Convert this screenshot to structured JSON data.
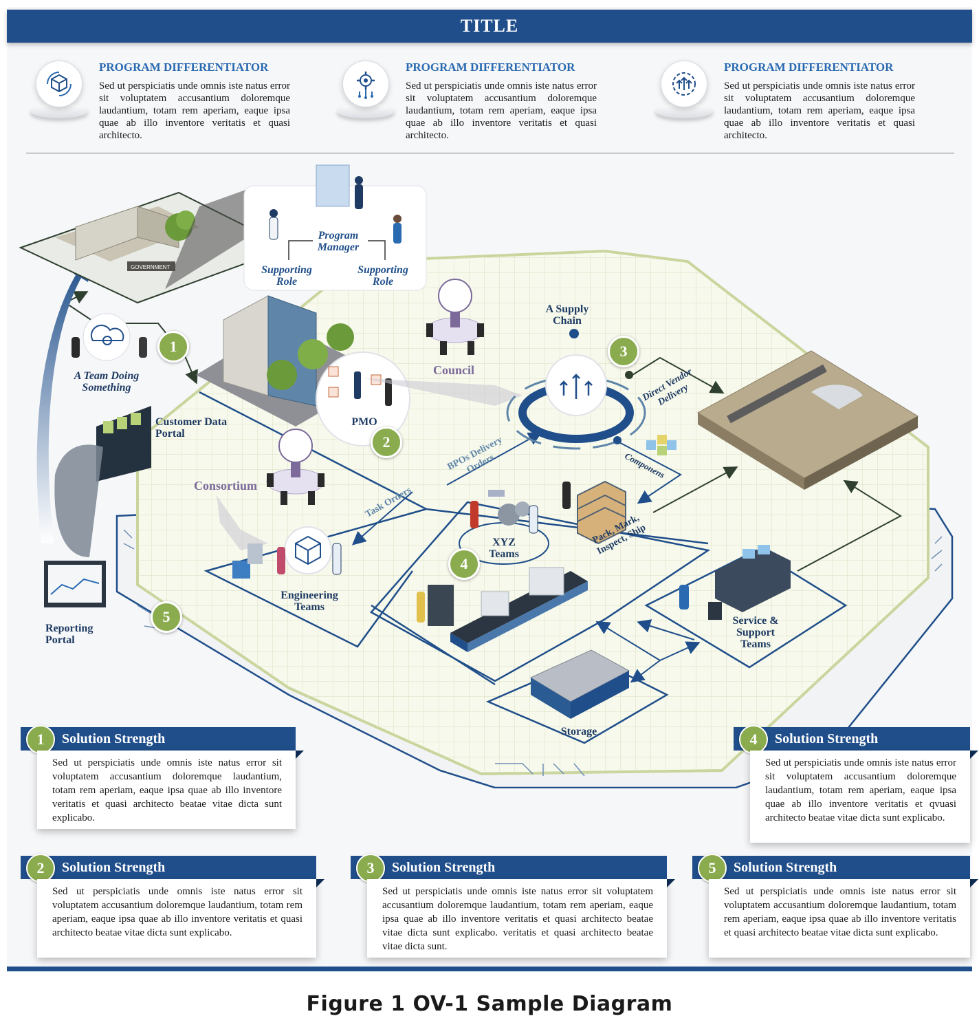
{
  "header": {
    "title": "TITLE"
  },
  "differentiators": [
    {
      "icon": "box-cycle-icon",
      "heading": "PROGRAM DIFFERENTIATOR",
      "body": "Sed ut perspiciatis unde omnis iste natus error sit voluptatem accusantium doloremque laudantium, totam rem aperiam, eaque ipsa quae ab illo inventore veritatis et quasi architecto."
    },
    {
      "icon": "gear-network-icon",
      "heading": "PROGRAM DIFFERENTIATOR",
      "body": "Sed ut perspiciatis unde omnis iste natus error sit voluptatem accusantium doloremque laudantium, totam rem aperiam, eaque ipsa quae ab illo inventore veritatis et quasi architecto."
    },
    {
      "icon": "supply-gear-icon",
      "heading": "PROGRAM DIFFERENTIATOR",
      "body": "Sed ut perspiciatis unde omnis iste natus error sit voluptatem accusantium doloremque laudantium, totam rem aperiam, eaque ipsa quae ab illo inventore veritatis et quasi architecto."
    }
  ],
  "diagram": {
    "labels": {
      "program_manager": "Program Manager",
      "supporting_role_left": "Supporting Role",
      "supporting_role_right": "Supporting Role",
      "team_doing": "A Team Doing Something",
      "customer_portal": "Customer Data Portal",
      "reporting_portal": "Reporting Portal",
      "council": "Council",
      "consortium": "Consortium",
      "pmo": "PMO",
      "supply_chain": "A Supply Chain",
      "direct_vendor": "Direct Vendor Delivery",
      "bpos": "BPOs Delivery Orders",
      "components": "Componens",
      "task_orders": "Task Orders",
      "xyz_teams": "XYZ Teams",
      "pack_mark": "Pack, Mark, Inspect, Ship",
      "engineering": "Engineering Teams",
      "service": "Service & Support Teams",
      "storage": "Storage",
      "government_sign": "GOVERNMENT"
    },
    "markers": [
      "1",
      "2",
      "3",
      "4",
      "5"
    ],
    "colors": {
      "navy": "#1f4e8a",
      "green": "#8aab4e",
      "grid": "#f4f6e8"
    }
  },
  "strengths": [
    {
      "num": "1",
      "title": "Solution Strength",
      "body": "Sed ut perspiciatis unde omnis iste natus error sit voluptatem accusantium doloremque laudantium, totam rem aperiam, eaque ipsa quae ab illo inventore veritatis et quasi architecto beatae vitae dicta sunt explicabo."
    },
    {
      "num": "4",
      "title": "Solution Strength",
      "body": "Sed ut perspiciatis unde omnis iste natus error sit voluptatem accusantium doloremque laudantium, totam rem aperiam, eaque ipsa quae ab illo inventore veritatis et qvuasi architecto beatae vitae dicta sunt explicabo."
    },
    {
      "num": "2",
      "title": "Solution Strength",
      "body": "Sed ut perspiciatis unde omnis iste natus error sit voluptatem accusantium doloremque laudantium, totam rem aperiam, eaque ipsa quae ab illo inventore veritatis et quasi architecto beatae vitae dicta sunt explicabo."
    },
    {
      "num": "3",
      "title": "Solution Strength",
      "body": "Sed ut perspiciatis unde omnis iste natus error sit voluptatem accusantium doloremque laudantium, totam rem aperiam, eaque ipsa quae ab illo inventore veritatis et quasi architecto beatae vitae dicta sunt explicabo. veritatis et quasi architecto beatae vitae dicta sunt."
    },
    {
      "num": "5",
      "title": "Solution Strength",
      "body": "Sed ut perspiciatis unde omnis iste natus error sit voluptatem accusantium doloremque laudantium, totam rem aperiam, eaque ipsa quae ab illo inventore veritatis et quasi architecto beatae vitae dicta sunt explicabo."
    }
  ],
  "caption": "Figure 1 OV-1 Sample Diagram"
}
